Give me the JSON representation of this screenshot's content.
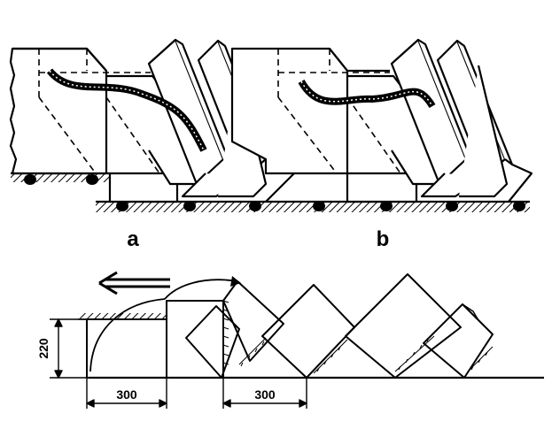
{
  "diagram": {
    "panel_labels": {
      "a": "a",
      "b": "b"
    },
    "dimensions": {
      "height": "220",
      "width_left": "300",
      "width_right": "300"
    },
    "colors": {
      "ink": "#000000",
      "paper": "#ffffff"
    }
  }
}
